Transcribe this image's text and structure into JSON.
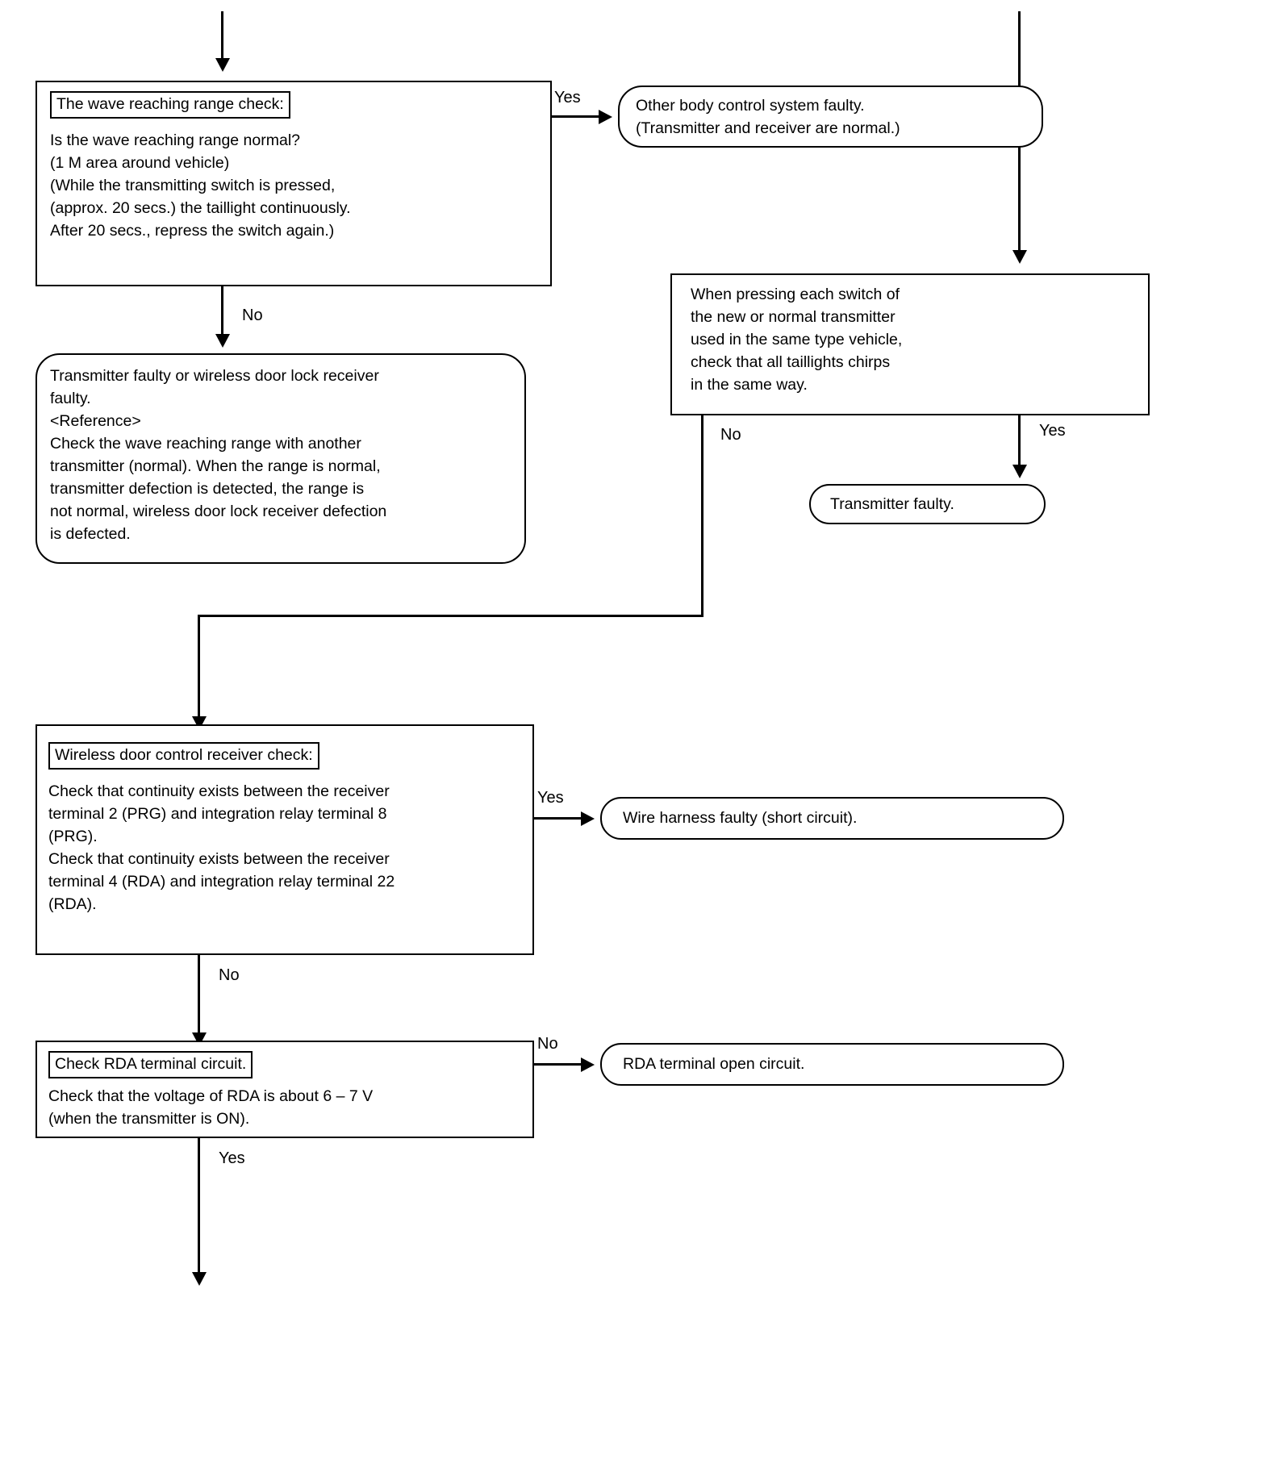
{
  "diagram": {
    "type": "flowchart",
    "nodes": {
      "wave_check": {
        "header": "The wave reaching range check:",
        "body": "Is the wave reaching range normal?\n(1 M area around vehicle)\n(While the transmitting switch is pressed,\n(approx. 20 secs.) the taillight continuously.\nAfter 20 secs., repress the switch again.)"
      },
      "other_body": {
        "body": "Other body control system faulty.\n(Transmitter and receiver are normal.)"
      },
      "transmitter_faulty_ref": {
        "body": "Transmitter faulty or wireless door lock receiver\nfaulty.\n<Reference>\nCheck the wave reaching range with another\ntransmitter (normal). When the range is normal,\ntransmitter defection is detected, the range is\nnot normal, wireless door lock receiver defection\nis defected."
      },
      "press_each_switch": {
        "body": "When pressing each switch of\nthe new or normal transmitter\nused in the same type vehicle,\ncheck that all taillights chirps\nin the same way."
      },
      "transmitter_faulty": {
        "body": "Transmitter faulty."
      },
      "receiver_check": {
        "header": "Wireless door control receiver check:",
        "body": "Check that continuity exists between the receiver\nterminal 2 (PRG) and integration relay terminal 8\n(PRG).\nCheck that continuity exists between the receiver\nterminal 4 (RDA) and integration relay terminal 22\n(RDA)."
      },
      "wire_harness": {
        "body": "Wire harness faulty (short circuit)."
      },
      "rda_check": {
        "header": "Check RDA terminal circuit.",
        "body": "Check that the voltage of RDA is about 6 – 7 V\n(when the transmitter is ON)."
      },
      "rda_open": {
        "body": "RDA terminal open circuit."
      }
    },
    "edge_labels": {
      "wave_yes": "Yes",
      "wave_no": "No",
      "press_no": "No",
      "press_yes": "Yes",
      "receiver_yes": "Yes",
      "receiver_no": "No",
      "rda_no": "No",
      "rda_yes": "Yes"
    }
  }
}
